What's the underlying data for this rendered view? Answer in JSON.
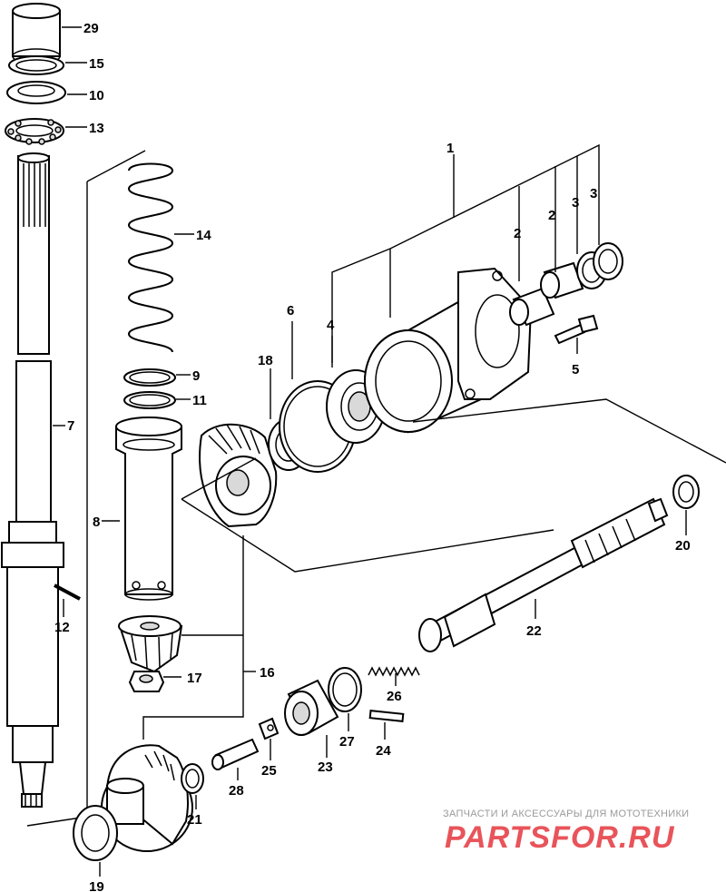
{
  "callouts": [
    "1",
    "2",
    "2",
    "3",
    "3",
    "4",
    "5",
    "6",
    "7",
    "8",
    "9",
    "10",
    "11",
    "12",
    "13",
    "14",
    "15",
    "16",
    "17",
    "18",
    "19",
    "20",
    "21",
    "22",
    "23",
    "24",
    "25",
    "26",
    "27",
    "28",
    "29"
  ],
  "watermark": {
    "tagline": "ЗАПЧАСТИ И АКСЕССУАРЫ ДЛЯ МОТОТЕХНИКИ",
    "logo": "PARTSFOR.RU",
    "color": "#e8545a"
  },
  "colors": {
    "line": "#000000",
    "background": "#ffffff"
  }
}
